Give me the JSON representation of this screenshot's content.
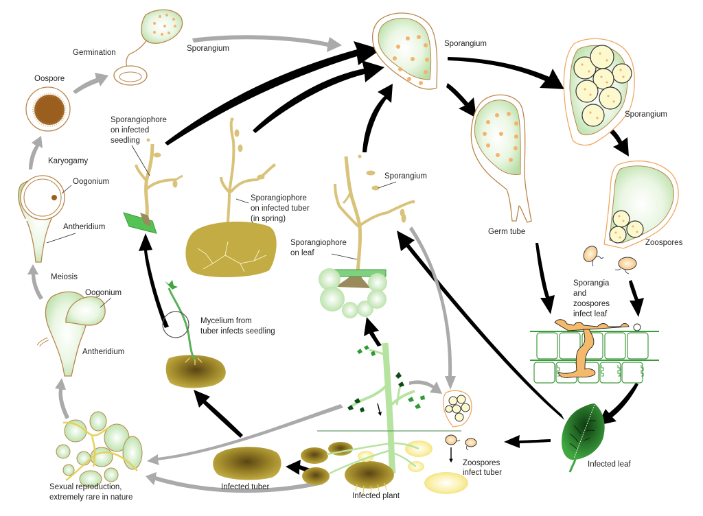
{
  "title": "Life cycle of Phytophthora infestans (potato late blight)",
  "colors": {
    "asexual_arrow": "#000000",
    "sexual_arrow": "#a8a8a8",
    "sporangium_fill": "#cfe8c2",
    "sporangium_outline": "#b9854a",
    "spore_dot": "#f5b26b",
    "sporangiophore": "#d9c27a",
    "tuber": "#b8a23c",
    "tuber_dark": "#5e4a14",
    "leaf": "#3e9a3e",
    "leaf_dark": "#0f3f13",
    "zoospore": "#f4c07a",
    "oospore": "#9a5f1e"
  },
  "labels": {
    "germination": "Germination",
    "sporangium_top_left": "Sporangium",
    "oospore": "Oospore",
    "karyogamy": "Karyogamy",
    "oogonium_1": "Oogonium",
    "antheridium_1": "Antheridium",
    "meiosis": "Meiosis",
    "oogonium_2": "Oogonium",
    "antheridium_2": "Antheridium",
    "sexual_reproduction": [
      "Sexual reproduction,",
      "extremely rare in nature"
    ],
    "infected_tuber": "Infected tuber",
    "infected_plant": "Infected plant",
    "zoospores_infect_tuber": [
      "Zoospores",
      "infect tuber"
    ],
    "infected_leaf": "Infected leaf",
    "sporangia_zoospores_infect_leaf": [
      "Sporangia",
      "and",
      "zoospores",
      "infect leaf"
    ],
    "zoospores": "Zoospores",
    "sporangium_right": "Sporangium",
    "sporangium_center": "Sporangium",
    "germ_tube": "Germ tube",
    "sporangium_leaf": "Sporangium",
    "sporangiophore_leaf": [
      "Sporangiophore",
      "on leaf"
    ],
    "sporangiophore_tuber": [
      "Sporangiophore",
      "on infected tuber",
      "(in spring)"
    ],
    "sporangiophore_seedling": [
      "Sporangiophore",
      "on infected",
      "seedling"
    ],
    "mycelium_seedling": [
      "Mycelium from",
      "tuber infects seedling"
    ]
  }
}
